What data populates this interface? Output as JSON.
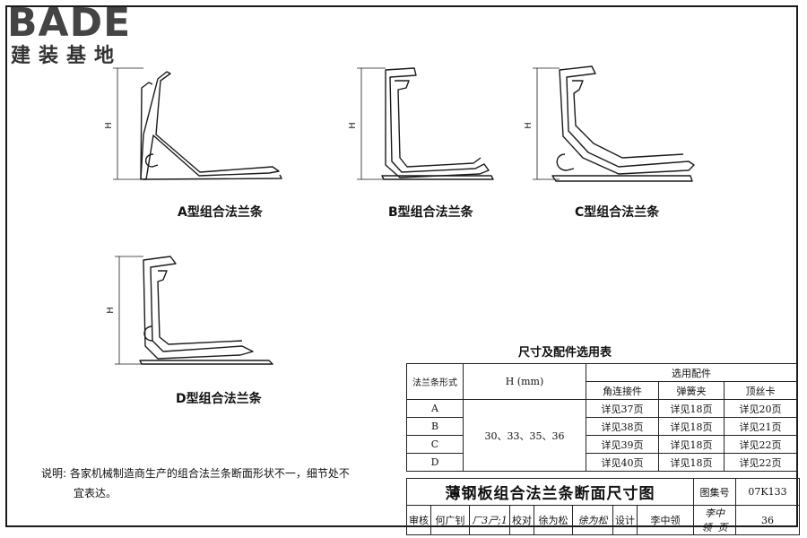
{
  "logo": {
    "brand": "BADE",
    "subtitle": "建装基地"
  },
  "drawings": [
    {
      "caption": "A型组合法兰条",
      "dim_label": "H"
    },
    {
      "caption": "B型组合法兰条",
      "dim_label": "H"
    },
    {
      "caption": "C型组合法兰条",
      "dim_label": "H"
    },
    {
      "caption": "D型组合法兰条",
      "dim_label": "H"
    }
  ],
  "table": {
    "title": "尺寸及配件选用表",
    "headers": {
      "type_col": "法兰条形式",
      "h_col": "H (mm)",
      "group": "选用配件",
      "sub": [
        "角连接件",
        "弹簧夹",
        "顶丝卡"
      ]
    },
    "h_values": "30、33、35、36",
    "rows": [
      {
        "type": "A",
        "corner": "详见37页",
        "clip": "详见18页",
        "screw": "详见20页"
      },
      {
        "type": "B",
        "corner": "详见38页",
        "clip": "详见18页",
        "screw": "详见21页"
      },
      {
        "type": "C",
        "corner": "详见39页",
        "clip": "详见18页",
        "screw": "详见22页"
      },
      {
        "type": "D",
        "corner": "详见40页",
        "clip": "详见18页",
        "screw": "详见22页"
      }
    ]
  },
  "note": {
    "line1": "说明: 各家机械制造商生产的组合法兰条断面形状不一，细节处不",
    "line2": "宜表达。"
  },
  "titleblock": {
    "title": "薄钢板组合法兰条断面尺寸图",
    "atlas_label": "图集号",
    "atlas_no": "07K133",
    "review_label": "审核",
    "reviewer": "何广钊",
    "reviewer_sig": "ㄏ3ㄕ;1",
    "check_label": "校对",
    "checker": "徐为松",
    "checker_sig": "徐为松",
    "design_label": "设计",
    "designer": "李中领",
    "designer_sig": "李中领",
    "page_label": "页",
    "page_no": "36"
  }
}
